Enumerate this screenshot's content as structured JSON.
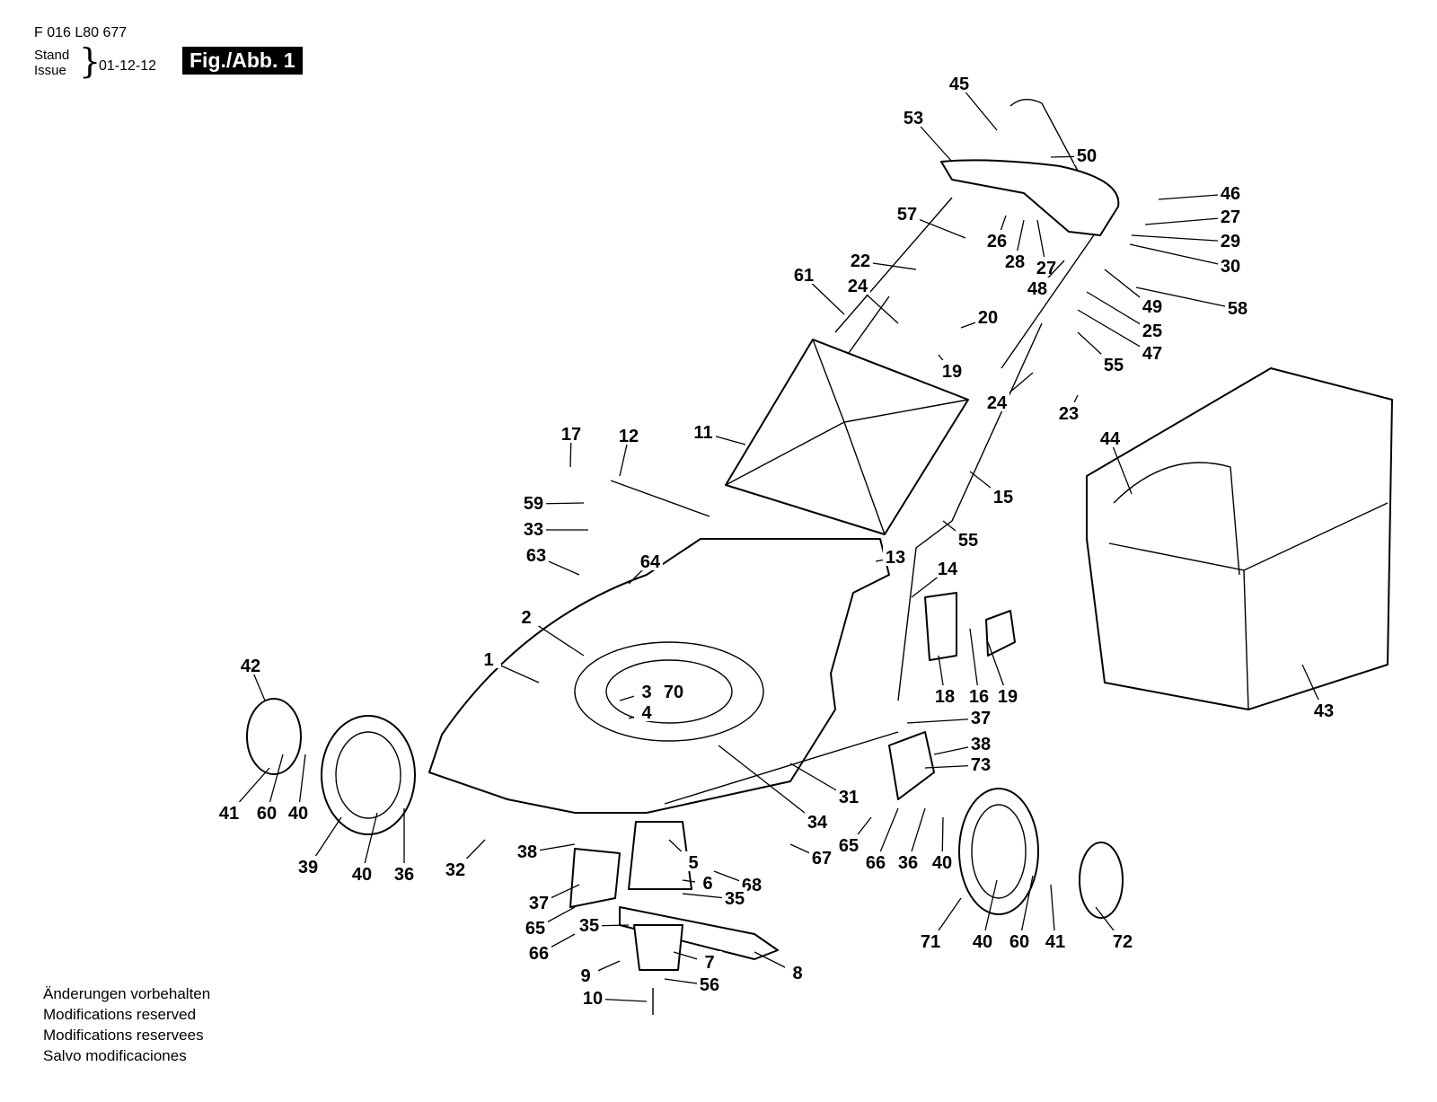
{
  "header": {
    "document_number": "F 016 L80 677",
    "stand_label": "Stand",
    "issue_label": "Issue",
    "issue_date": "01-12-12",
    "figure_label": "Fig./Abb. 1"
  },
  "footer": {
    "notes": [
      "Änderungen vorbehalten",
      "Modifications reserved",
      "Modifications reservees",
      "Salvo modificaciones"
    ]
  },
  "callouts": [
    "45",
    "53",
    "50",
    "46",
    "57",
    "26",
    "28",
    "27",
    "27",
    "29",
    "30",
    "22",
    "61",
    "24",
    "48",
    "49",
    "58",
    "20",
    "25",
    "47",
    "55",
    "19",
    "24",
    "23",
    "11",
    "17",
    "12",
    "15",
    "59",
    "33",
    "55",
    "63",
    "64",
    "13",
    "14",
    "2",
    "1",
    "42",
    "3",
    "70",
    "4",
    "18",
    "16",
    "19",
    "43",
    "44",
    "37",
    "38",
    "73",
    "41",
    "60",
    "40",
    "31",
    "34",
    "39",
    "40",
    "36",
    "32",
    "38",
    "5",
    "67",
    "65",
    "66",
    "36",
    "40",
    "6",
    "68",
    "35",
    "37",
    "65",
    "35",
    "7",
    "66",
    "9",
    "56",
    "8",
    "71",
    "40",
    "60",
    "41",
    "72",
    "10"
  ]
}
